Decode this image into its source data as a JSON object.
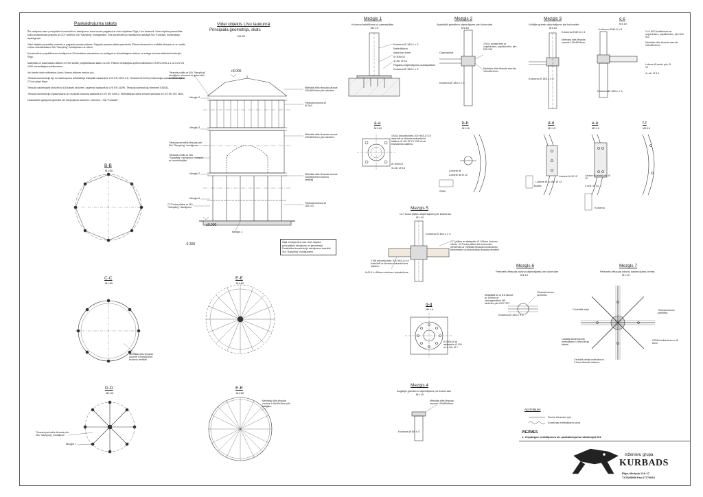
{
  "explanation": {
    "title": "Paskaidrojuma raksts",
    "paragraphs": [
      "Šis rasējums satur principiālus konstruktīvos risinājumus koka tornim pagalmā ar videi objektam Rīgā, Līvu laukumā. Videi objekta paredzētās koka konstrukcijas projekts ar GCF sistēmu SIA \"Sampling\" risinājumiem. Šos konstruktīvos risinājumus izstrādā SIA \"Kurbads\" konstrukciju apakšgrupa.",
      "Videi objekta paredzēts izveidot uz pagaidu pamatu plātnes. Pagaidu pamatu plātne paredzēta 300mm biezumā no izvēlēta tērauda un ar mobilu celtņa nodrošināšanu SIA \"Sampling\" risinājumiem ar citiem.",
      "Konstruktīvie projektēšanas risinājumi ar Eirokodeksu standartiem un pielāgoti ar klimatiskajiem datiem un sniega slodzes atbilstoši teritorijai - Rīga.",
      "Materiāla un koka klases atbilst LVS EN 14080, projektēšanas klase CL24h. Plātnes nestspējas aprēķini atbilstoši LVS EN 1995-1-1 un LVS EN 1990 nacionālajiem pielikumiem.",
      "Visi izmēri dotie milimetros (mm); līmeņa atzīmes metros (m).",
      "Tērauda konstrukciju tipi un savienojumu detalizācija izstrādāti saskaņā ar LVS EN 1993-1-8. Tērauda elementi pretkorozijas aizsardzībai cinkoti, C3 korozijas klase.",
      "Tērauda savienojumi skrūvēti ar 8.8 klases skrūvēm, uzgriežņi saskaņā ar LVS EN 14399. Tērauda konstrukciju elementi S355J2.",
      "Tērauda konstrukciju izgatavošana un montāža veicama saskaņā ar LVS EN 1090-2. Metināšanas darbi veicami saskaņā ar LVS EN ISO 3834.",
      "Neskaidrību gadījumā griezties pie būvprojekta autoriem, inženiera - SIA \"Kurbads\"."
    ]
  },
  "elevation": {
    "title": "Videi objekts Līvu laukumā",
    "subtitle": "Principiāla ģeometrija, skats",
    "scale": "M1:50",
    "labels": [
      "Tērauda profils ar SIA \"Sampling\" risinājumu elementi ar galvenām konstrukcijām",
      "Mezgls 2",
      "Tērauda perforēts tērauds pēc SIA \"Sampling\" risinājuma",
      "Tērauda profils ar SIA \"Sampling\" risinājumu elementi ar konstrukcijām",
      "Mezgls 3",
      "Mezgls 2",
      "Mezgls 5",
      "CLT koka plātne ar SIA \"Sampling\" risinājumu",
      "Mezgls 1",
      "Metināta rūtis tērauda caurule 100x80x3mm pīlo balstiem",
      "Tērauda kolonna Ø 82.5x3",
      "Metināta rūtis tērauda caurule 100x80x3mm pīlo balstiem",
      "Metināta rūtis tērauda caurule 100x80x3mm kolonnu vertikāli",
      "Tērauda kolonna Ø 183.1x3"
    ],
    "levels": [
      "+8.000",
      "±0.000",
      "-0.300"
    ],
    "note": "Šajā risinājumā ir dots videi objekta principiālais risinājums un ģeometrija. Detalizētus konstrukciju risinājumus izstrādā SIA \"Sampling\" risinājumiem."
  },
  "sections": {
    "bb": {
      "title": "B-B",
      "scale": "M1:50"
    },
    "cc": {
      "title": "C-C",
      "scale": "M1:50",
      "label": "Metināta rūtis tērauda caurule 100x80x3mm kolonnu vertikāli"
    },
    "dd": {
      "title": "D-D",
      "scale": "M1:50",
      "label1": "Tērauda perforēts tērauds pēc SIA \"Sampling\" risinājuma",
      "label2": "Mezgls 7"
    },
    "ee1": {
      "title": "E-E",
      "scale": "M1:50"
    },
    "ee2": {
      "title": "E-E",
      "scale": "M1:50",
      "label": "Metināta rūtis tērauda caurule 100x80x3mm pīlo balstiem"
    }
  },
  "nodes": {
    "m1": {
      "title": "Mezgls 1",
      "sub": "Kolonna balstīšana uz pamatplātni",
      "scale": "M1:10",
      "labels": [
        "Kolonna Ø 183.1 x 3",
        "Metināšana",
        "Ieskrūve 4mm",
        "Ø 300x12",
        "4 urb. Ø 16",
        "Pagaidu stiprinājums pamatplātnei",
        "Kolonna Ø 183.1 x 3"
      ]
    },
    "m2": {
      "title": "Mezgls 2",
      "sub": "Apakšējā griestiem stiprinājums pie kolonnām",
      "scale": "M1:10",
      "labels": [
        "2 M12 bultskrūves ar uzgriežņiem, paplāksnēm, pēc DIN 912",
        "Caurskrūvē",
        "Metināta rūtis tērauda caurule 100x80x3mm",
        "Kolonna Ø 183.1 x 3"
      ]
    },
    "m3": {
      "title": "Mezgls 3",
      "sub": "Vidējās griestu stiprinājums pie kolonnām",
      "scale": "M1:10",
      "labels": [
        "Kolonna Ø 82.5 x 3",
        "Metināta rūtis tērauda caurule 100x80x3mm",
        "Kolonna Ø 183.1 x 3"
      ]
    },
    "cc": {
      "title": "c-c",
      "scale": "M1:10",
      "labels": [
        "Kolonna Ø 82.5 x 3",
        "2 x2 M12 bultskrūves ar uzgriežņiem, paplāksnēm, pēc DIN 912",
        "Metināta rūtis tērauda caurule 100x80x3mm",
        "Loksne t8 izmēri pēc Ø 12",
        "4 urb. Ø 14",
        "Kolonna Ø 183.1 x 3"
      ]
    },
    "aa": {
      "title": "a-a",
      "scale": "M1:10",
      "labels": [
        "4 M12 ankurskrūves 200 HAS-U 5.8 ieskrūvē ar tērauda ankurskrūvi sistēmu Ø 16 HIT-HY 200-A vai ekvivalentu sistēmu",
        "Ø 300x12",
        "4 urb. Ø 16"
      ]
    },
    "bb": {
      "title": "b-b",
      "scale": "M1:10",
      "labels": [
        "Loksne t8",
        "Loksne t8 Ø 12",
        "S350"
      ]
    },
    "dd": {
      "title": "d-d",
      "scale": "M1:10",
      "labels": [
        "Loksne t8 Ø 12",
        "Loksne t8 4 urb. Ø 12",
        "Bultra"
      ]
    },
    "ee": {
      "title": "e-e",
      "scale": "M1:10",
      "labels": [
        "Loksne t8 izmēri pēc Ø 12",
        "4 urb. Ø 14"
      ]
    },
    "ff": {
      "title": "f-f",
      "scale": "M1:10",
      "labels": [
        "Kolonna"
      ]
    },
    "m5": {
      "title": "Mezgls 5",
      "sub": "CLT koka plātņu stiprinājums pie kolonnas",
      "scale": "M1:10",
      "labels": [
        "Kolonna Ø 183.1 x 3",
        "CLT plātne ar atstarpēm Ø 100mm kolonnu nāsītu. CLT koka plātne tiek kolonnām pievienota ar metināta tērauda konstrukciju elementiem un ieskrūvētas tērauda elementi",
        "4 M8 ankurskrūves 100 HAS-U 5.8 ieskrūvēt ar ķīmisku ankurskrūves sistēmu",
        "8 Ø 8 L=80mm skrūves kokskrūves"
      ]
    },
    "gg": {
      "title": "g-g",
      "scale": "M1:10",
      "labels": [
        "Ø 200x16 ar atstarpēm Ø 100 un 8 urb. Ø 7"
      ]
    },
    "m4": {
      "title": "Mezgls 4",
      "sub": "Augšējā griestiem stiprinājums pie kolonnām",
      "scale": "M1:10",
      "labels": [
        "Metināta rūtis tērauda caurule 100x80x3mm",
        "Kolonna Ø 88 x 3"
      ]
    },
    "m6": {
      "title": "Mezgls 6",
      "sub": "Perforētu tērauda loksnu stiprinājums pie kolonnām",
      "scale": "M1:10",
      "labels": [
        "Tērauda loksne perforēta",
        "Metāliskā Ø 14 8.8 skrūve ar 100mm ar kausagrieztiem M6 skrūvēm pēc DIN 7337",
        "Kolonna Ø 183.1 x 3"
      ]
    },
    "m7": {
      "title": "Mezgls 7",
      "sub": "Perforētu tērauda loksnu savienojums centrā",
      "scale": "M1:10",
      "labels": [
        "Centrālā daļa",
        "Tērauda loksne perforēta",
        "Lokālas savienojuma metināšana 3.0mm bieza detaļa",
        "CSMN bultskrūves ar Ø 8mm",
        "Centrālā detaļa metināta no 3.0mm tērauda loksnes"
      ]
    }
  },
  "legend": {
    "title": "Apzīmējumi",
    "items": [
      "Šuves biezums (a)",
      "Kontūras metināšana šuve"
    ]
  },
  "notes_title": "PIEZĪMES",
  "notes_text": "1. Vispārīgos norādījumus sk. paskaidrojuma rakstā lapā 001",
  "company": {
    "small": "inženieru grupa",
    "name": "KURBADS",
    "address": "Rīga, Merķeļa 12A-17",
    "phone": "T.67845999 Fax.67774663"
  },
  "colors": {
    "line": "#333333",
    "hatch": "#777777",
    "paper": "#ffffff"
  }
}
